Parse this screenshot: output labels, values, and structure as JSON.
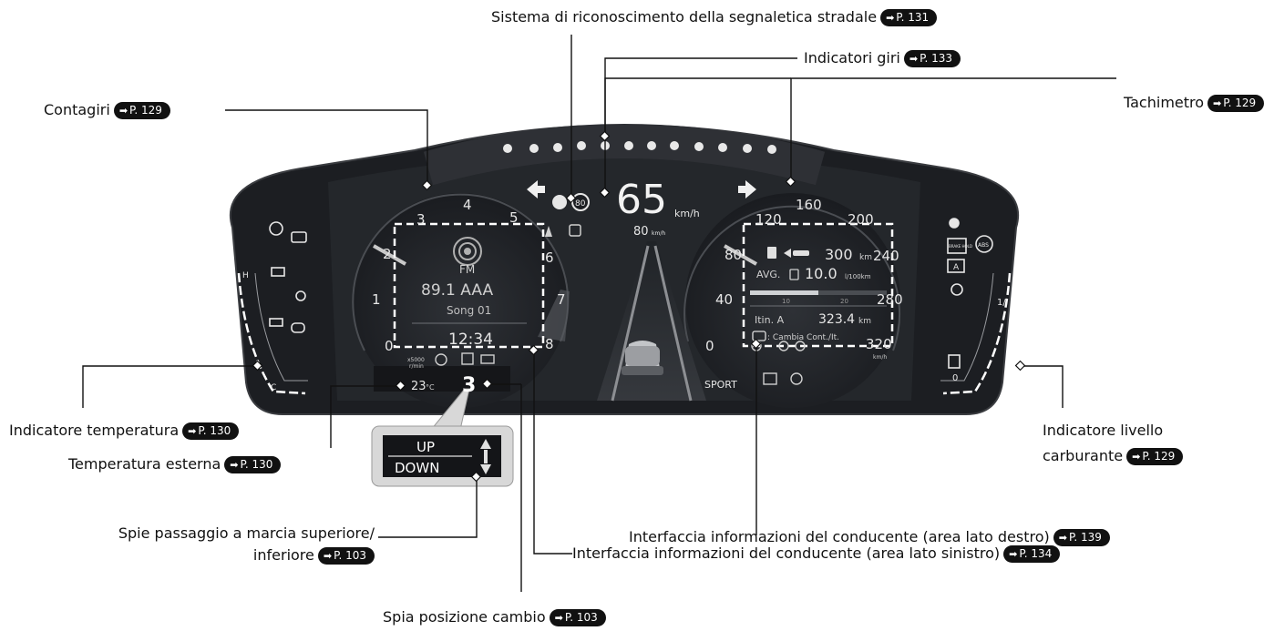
{
  "callouts": {
    "traffic_sign": {
      "label": "Sistema di riconoscimento della segnaletica stradale",
      "ref": "P. 131"
    },
    "turn_signals": {
      "label": "Indicatori giri",
      "ref": "P. 133"
    },
    "tachometer": {
      "label": "Contagiri",
      "ref": "P. 129"
    },
    "speedometer": {
      "label": "Tachimetro",
      "ref": "P. 129"
    },
    "temp_gauge": {
      "label": "Indicatore temperatura",
      "ref": "P. 130"
    },
    "outside_temp": {
      "label": "Temperatura esterna",
      "ref": "P. 130"
    },
    "fuel_gauge": {
      "line1": "Indicatore livello",
      "line2": "carburante",
      "ref": "P. 129"
    },
    "shift_lights": {
      "line1": "Spie passaggio a marcia superiore/",
      "line2": "inferiore",
      "ref": "P. 103"
    },
    "dii_right": {
      "label": "Interfaccia informazioni del conducente (area lato destro)",
      "ref": "P. 139"
    },
    "dii_left": {
      "label": "Interfaccia informazioni del conducente (area lato sinistro)",
      "ref": "P. 134"
    },
    "gear_position": {
      "label": "Spia posizione cambio",
      "ref": "P. 103"
    }
  },
  "cluster": {
    "speed_value": "65",
    "speed_unit": "km/h",
    "sign_limit": "80",
    "acc_speed": "80",
    "acc_unit": "km/h",
    "tach_ticks": [
      "0",
      "1",
      "2",
      "3",
      "4",
      "5",
      "6",
      "7",
      "8"
    ],
    "tach_unit_top": "x5000",
    "tach_unit_bottom": "r/min",
    "speed_ticks": [
      "0",
      "40",
      "80",
      "120",
      "160",
      "200",
      "240",
      "280",
      "320"
    ],
    "speed_unit_small": "km/h",
    "media_source": "FM",
    "media_freq": "89.1 AAA",
    "media_song": "Song 01",
    "clock": "12:34",
    "outside_temp": "23",
    "outside_temp_unit": "°C",
    "gear": "3",
    "mode": "SPORT",
    "range_value": "300",
    "range_unit": "km",
    "avg_label": "AVG.",
    "avg_value": "10.0",
    "avg_unit": "l/100km",
    "bar_ticks": [
      "10",
      "20"
    ],
    "trip_label": "Itin. A",
    "trip_value": "323.4",
    "trip_unit": "km",
    "switch_hint": ": Cambia Cont./It.",
    "shift_up": "UP",
    "shift_down": "DOWN",
    "temp_high": "H",
    "temp_low": "C",
    "fuel_full": "1/",
    "fuel_empty": "0",
    "brake_hold": "BRAKE HOLD",
    "abs": "ABS",
    "auto_hold": "A"
  },
  "colors": {
    "cluster_dark": "#1c1e22",
    "bezel": "#2b2d31",
    "text_light": "#e6e6e6",
    "callout_line": "#111111"
  }
}
